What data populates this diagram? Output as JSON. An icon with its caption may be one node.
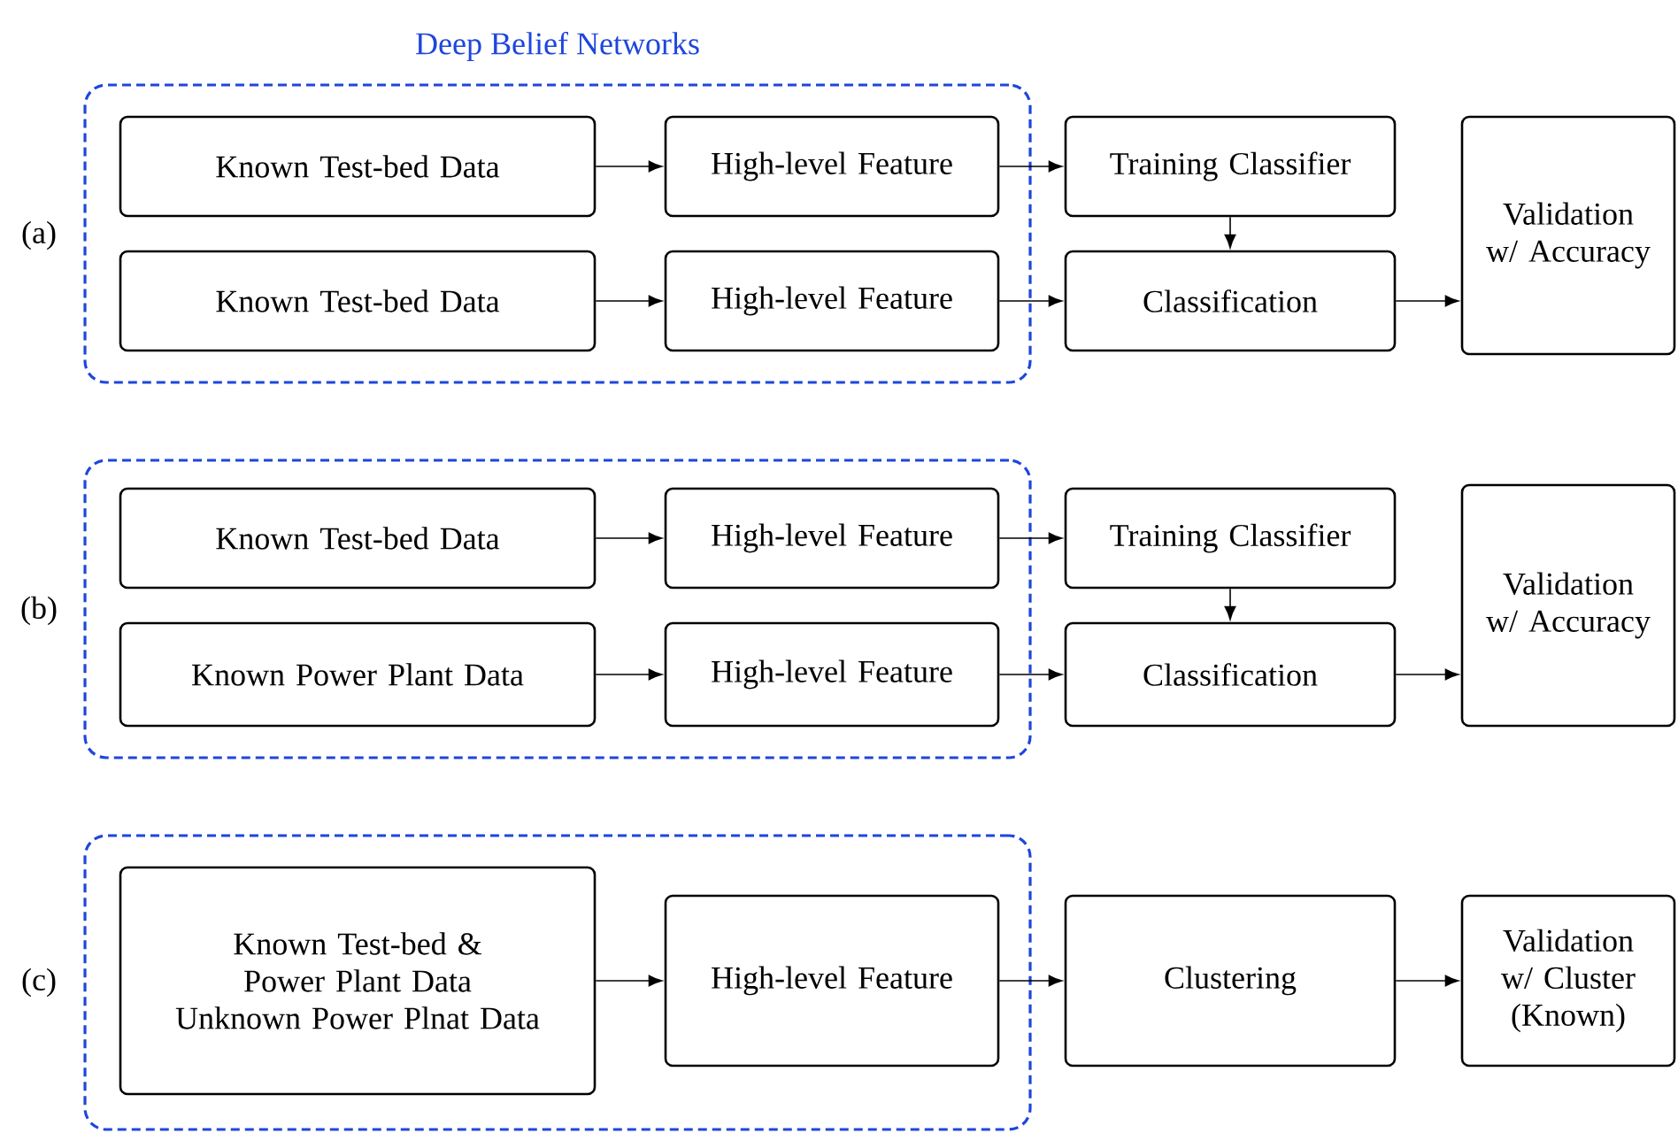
{
  "diagram": {
    "nodes": [
      {
        "text": [
          "Deep Belief Networks"
        ]
      },
      {
        "text": [
          "Known Test-bed Data"
        ],
        "in": 0
      },
      {
        "text": [
          "High-level Feature"
        ],
        "in": 0
      },
      {
        "text": [
          "Known Test-bed Data"
        ],
        "in": 0
      },
      {
        "text": [
          "High-level Feature"
        ],
        "in": 0
      },
      {
        "text": [
          "Training Classifier"
        ]
      },
      {
        "text": [
          "Classification"
        ]
      },
      {
        "text": [
          "Validation w/ Accuracy"
        ]
      },
      {
        "text": [],
        "shape": "box"
      },
      {
        "text": [
          "Known Test-bed Data"
        ],
        "in": 8
      },
      {
        "text": [
          "High-level Feature"
        ],
        "in": 8
      },
      {
        "text": [
          "Known Power Plant Data"
        ],
        "in": 8
      },
      {
        "text": [
          "High-level Feature"
        ],
        "in": 8
      },
      {
        "text": [
          "Training Classifier"
        ]
      },
      {
        "text": [
          "Classification"
        ]
      },
      {
        "text": [
          "Validation w/ Accuracy"
        ]
      },
      {
        "text": [],
        "shape": "box"
      },
      {
        "text": [
          "Known Test-bed & Power Plant Data",
          "Unknown Power Plnat Data"
        ],
        "in": 16
      },
      {
        "text": [
          "High-level Feature"
        ],
        "in": 16
      },
      {
        "text": [
          "Clustering"
        ]
      },
      {
        "text": [
          "Validation w/ Cluster (Known)"
        ]
      }
    ],
    "edges": [
      {
        "from": 1,
        "to": 2,
        "arrow": "to"
      },
      {
        "from": 2,
        "to": 5,
        "arrow": "to"
      },
      {
        "from": 3,
        "to": 4,
        "arrow": "to"
      },
      {
        "from": 4,
        "to": 6,
        "arrow": "to"
      },
      {
        "from": 5,
        "to": 6,
        "arrow": "to"
      },
      {
        "from": 6,
        "to": 7,
        "arrow": "to"
      },
      {
        "from": 9,
        "to": 10,
        "arrow": "to"
      },
      {
        "from": 10,
        "to": 13,
        "arrow": "to"
      },
      {
        "from": 11,
        "to": 12,
        "arrow": "to"
      },
      {
        "from": 12,
        "to": 14,
        "arrow": "to"
      },
      {
        "from": 13,
        "to": 14,
        "arrow": "to"
      },
      {
        "from": 14,
        "to": 15,
        "arrow": "to"
      },
      {
        "from": 17,
        "to": 18,
        "arrow": "to"
      },
      {
        "from": 18,
        "to": 19,
        "arrow": "to"
      },
      {
        "from": 19,
        "to": 20,
        "arrow": "to"
      }
    ],
    "labels": [
      "(a)",
      "(b)",
      "(c)"
    ]
  }
}
